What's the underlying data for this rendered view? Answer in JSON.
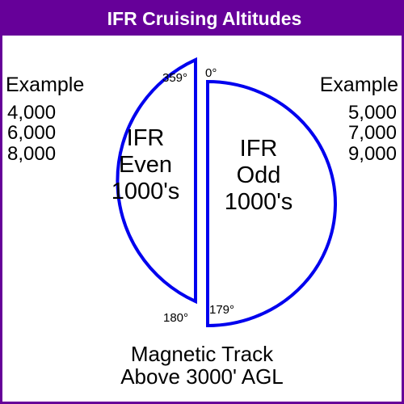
{
  "title": "IFR Cruising Altitudes",
  "colors": {
    "accent": "#660099",
    "stroke": "#0000ee",
    "text": "#000000"
  },
  "left": {
    "heading": "Example",
    "examples": [
      "4,000",
      "6,000",
      "8,000"
    ],
    "label_lines": [
      "IFR",
      "Even",
      "1000's"
    ],
    "angle_top": "359°",
    "angle_bottom": "180°"
  },
  "right": {
    "heading": "Example",
    "examples": [
      "5,000",
      "7,000",
      "9,000"
    ],
    "label_lines": [
      "IFR",
      "Odd",
      "1000's"
    ],
    "angle_top": "0°",
    "angle_bottom": "179°"
  },
  "footer": {
    "line1": "Magnetic Track",
    "line2": "Above 3000' AGL"
  }
}
